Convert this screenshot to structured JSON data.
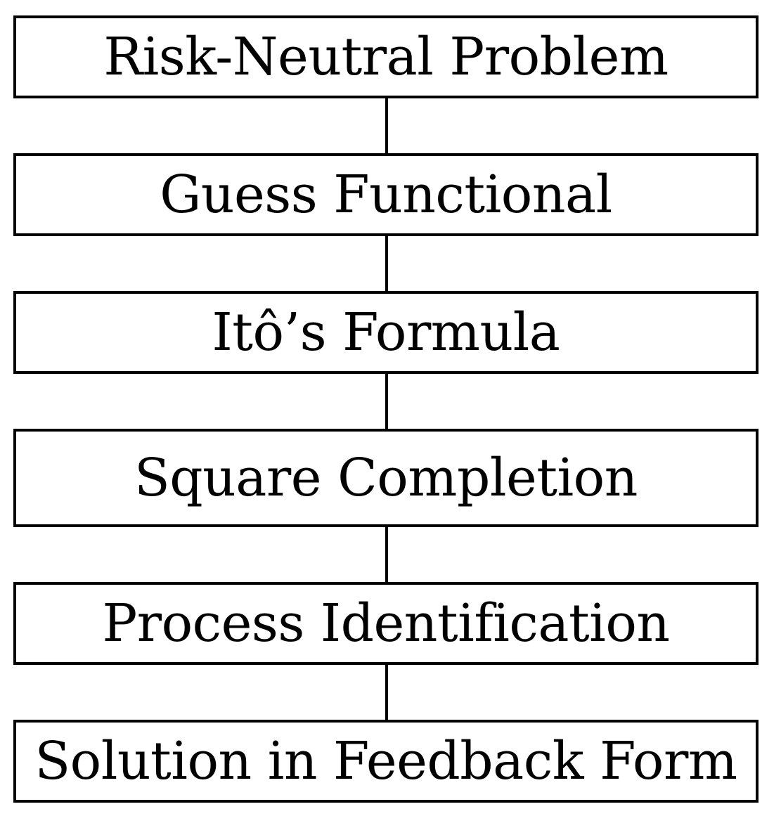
{
  "flowchart": {
    "steps": [
      {
        "label": "Risk-Neutral Problem"
      },
      {
        "label": "Guess Functional"
      },
      {
        "label": "Itô’s Formula"
      },
      {
        "label": "Square Completion"
      },
      {
        "label": "Process Identification"
      },
      {
        "label": "Solution in Feedback Form"
      }
    ]
  },
  "colors": {
    "border": "#000000",
    "background": "#ffffff",
    "text": "#000000"
  }
}
